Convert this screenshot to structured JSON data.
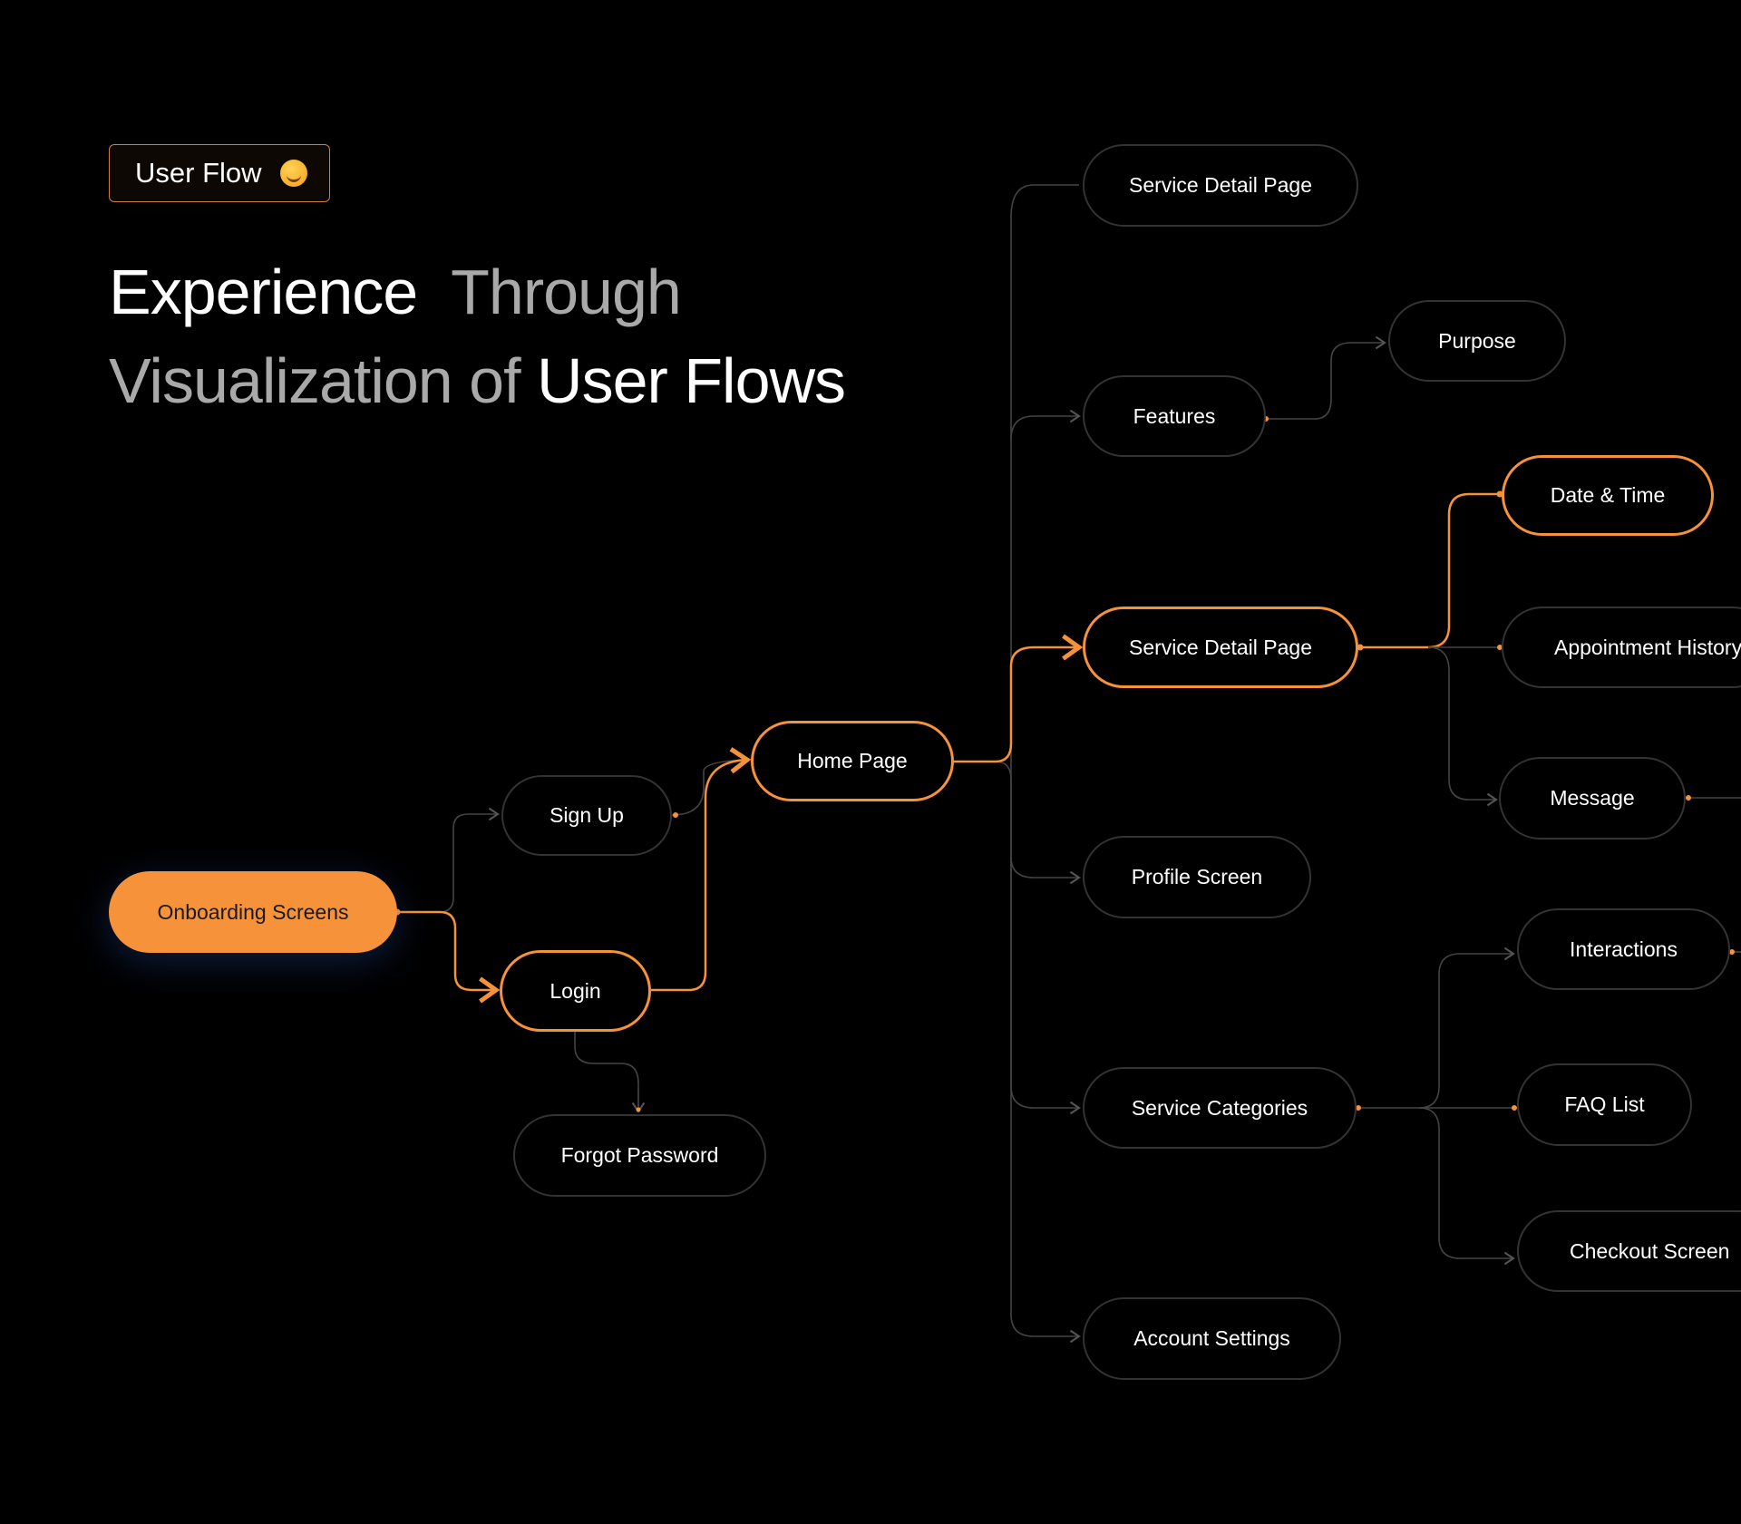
{
  "badge": {
    "label": "User Flow",
    "icon": "smiling-face-emoji"
  },
  "headline": {
    "line1_a": "Experience",
    "line1_b": "Through",
    "line2_a": "Visualization of",
    "line2_b": "User Flows"
  },
  "colors": {
    "accent": "#F5923A",
    "background": "#000000",
    "node_border": "#333333"
  },
  "nodes": {
    "onboarding": "Onboarding Screens",
    "signup": "Sign Up",
    "login": "Login",
    "forgot": "Forgot Password",
    "home": "Home Page",
    "service_detail_1": "Service Detail Page",
    "features": "Features",
    "purpose": "Purpose",
    "service_detail_2": "Service Detail Page",
    "date_time": "Date & Time",
    "appointment_history": "Appointment History",
    "message": "Message",
    "profile": "Profile Screen",
    "interactions": "Interactions",
    "service_categories": "Service Categories",
    "faq": "FAQ List",
    "checkout": "Checkout Screen",
    "account_settings": "Account Settings"
  }
}
